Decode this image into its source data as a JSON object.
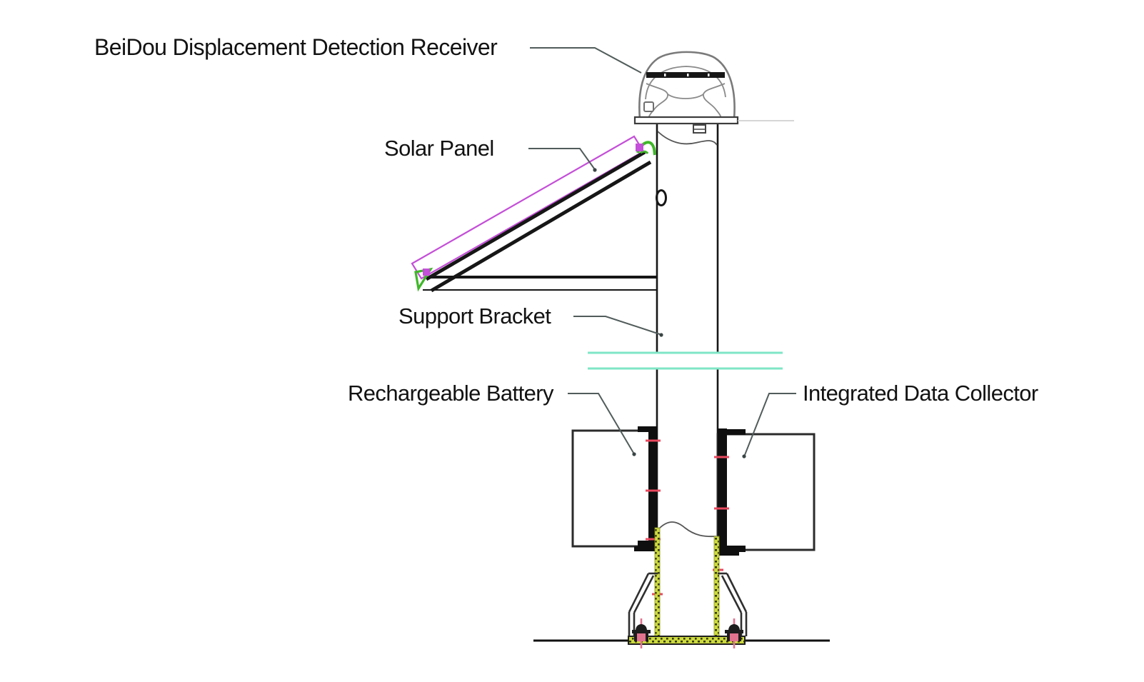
{
  "diagram": {
    "title_label": "BeiDou Displacement Detection Receiver",
    "labels": {
      "solar_panel": "Solar Panel",
      "support_bracket": "Support Bracket",
      "rechargeable_battery": "Rechargeable Battery",
      "integrated_data_collector": "Integrated Data Collector"
    },
    "colors": {
      "line_black": "#161616",
      "dome_gray": "#7a7a7a",
      "leader_gray": "#515c5b",
      "break_line_cyan": "#7fe6c6",
      "panel_outline_magenta": "#c44fd8",
      "clamp_green": "#3fb728",
      "hatch_yellow": "#ccd93f",
      "tick_red": "#e8485e",
      "bolt_pink": "#e2738f"
    }
  }
}
